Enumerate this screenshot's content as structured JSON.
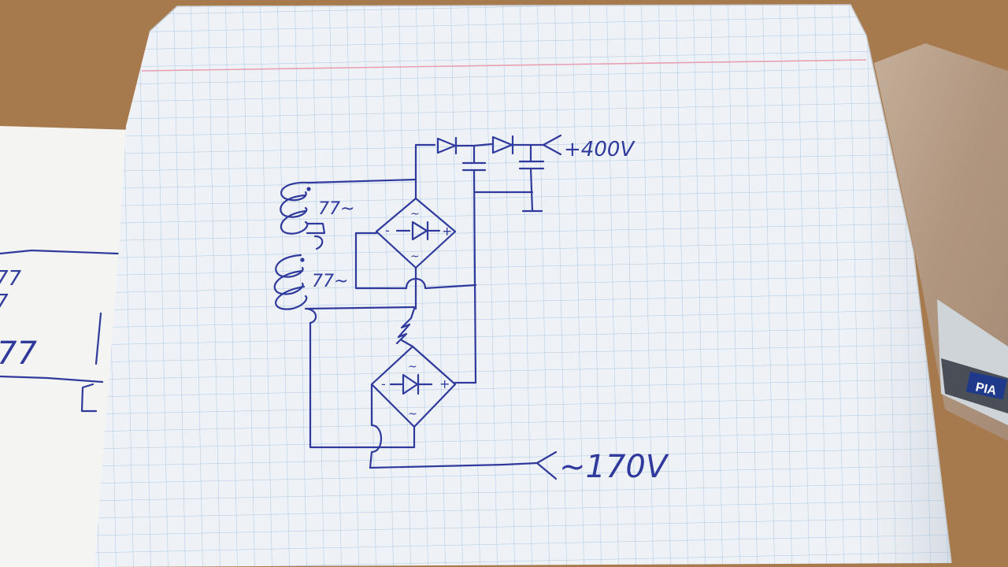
{
  "diagram": {
    "label_top_right": "+400V",
    "label_bottom_right": "~170V",
    "winding_upper": "77~",
    "winding_lower": "77~",
    "bridge_top": {
      "ac_top": "~",
      "ac_bottom": "~",
      "dc_minus": "-",
      "dc_plus": "+"
    },
    "bridge_bottom": {
      "ac_top": "~",
      "ac_bottom": "~",
      "dc_minus": "-",
      "dc_plus": "+"
    },
    "left_sheet_fragments": [
      "77",
      "7",
      "77"
    ],
    "marker_brand": "PIA"
  },
  "colors": {
    "ink": "#2f3a9c",
    "paper": "#eef2f7",
    "grid": "#a9c6e2",
    "margin_line": "#e8a0b0",
    "desk": "#a77a4e"
  }
}
